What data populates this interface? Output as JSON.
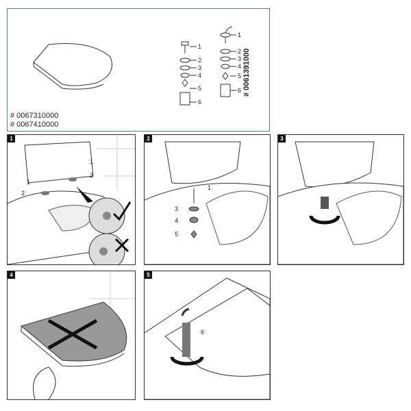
{
  "overview": {
    "article_numbers": [
      "# 0067310000",
      "# 0067410000"
    ],
    "kit_article_number": "# 0061391000",
    "parts_left": [
      "1",
      "2",
      "3",
      "4",
      "5",
      "6"
    ],
    "parts_right": [
      "1",
      "2",
      "3",
      "4",
      "5",
      "6"
    ]
  },
  "steps": [
    {
      "number": "1",
      "callouts": [
        "1",
        "1",
        "2",
        "2"
      ]
    },
    {
      "number": "2",
      "callouts": [
        "1",
        "3",
        "4",
        "5"
      ]
    },
    {
      "number": "3",
      "callouts": []
    },
    {
      "number": "4",
      "callouts": []
    },
    {
      "number": "5",
      "callouts": [
        "6"
      ]
    }
  ]
}
